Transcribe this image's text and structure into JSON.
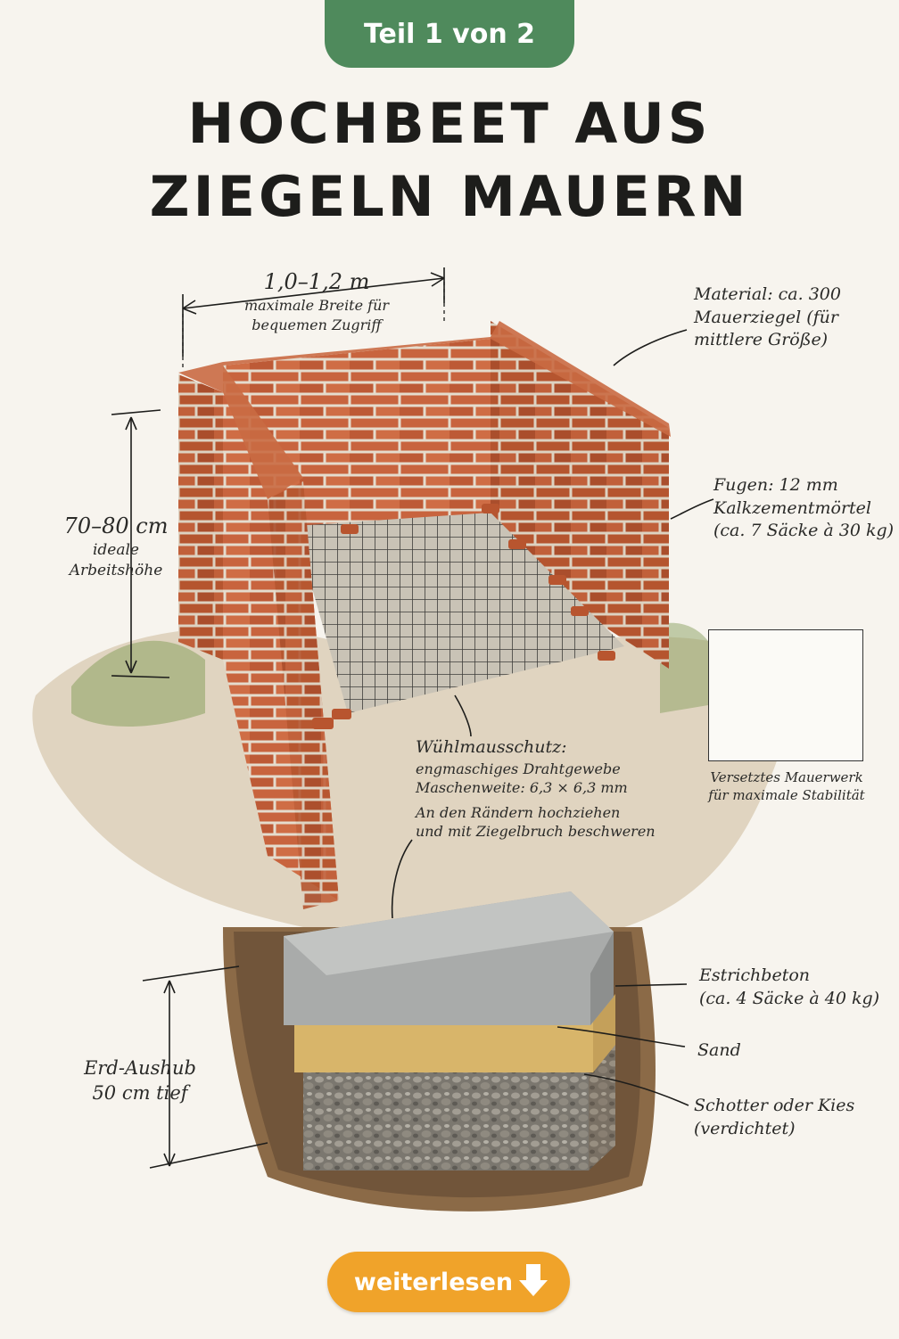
{
  "badge": "Teil 1 von 2",
  "title_line1": "HOCHBEET AUS",
  "title_line2": "ZIEGELN MAUERN",
  "width": {
    "value": "1,0–1,2 m",
    "caption_line1": "maximale Breite für",
    "caption_line2": "bequemen Zugriff"
  },
  "height": {
    "value": "70–80 cm",
    "caption_line1": "ideale",
    "caption_line2": "Arbeitshöhe"
  },
  "material": {
    "line1": "Material: ca. 300",
    "line2": "Mauerziegel (für",
    "line3": "mittlere Größe)"
  },
  "joints": {
    "line1": "Fugen: 12 mm",
    "line2": "Kalkzementmörtel",
    "line3": "(ca. 7 Säcke à 30 kg)"
  },
  "masonry_caption": {
    "line1": "Versetztes Mauerwerk",
    "line2": "für maximale Stabilität"
  },
  "vole": {
    "line1": "Wühlmausschutz:",
    "line2": "engmaschiges Drahtgewebe",
    "line3": "Maschenweite: 6,3 × 6,3 mm",
    "line4": "An den Rändern hochziehen",
    "line5": "und mit Ziegelbruch beschweren"
  },
  "excavation": {
    "line1": "Erd-Aushub",
    "line2": "50 cm tief"
  },
  "layers": {
    "concrete_line1": "Estrichbeton",
    "concrete_line2": "(ca. 4 Säcke à 40 kg)",
    "sand": "Sand",
    "gravel_line1": "Schotter oder Kies",
    "gravel_line2": "(verdichtet)"
  },
  "cta": {
    "label": "weiterlesen",
    "icon": "arrow-down-icon"
  },
  "colors": {
    "badge": "#4f8a5c",
    "cta": "#f0a32a",
    "brick": "#c8643e",
    "mortar": "#e9e1d4",
    "concrete": "#a9abaa",
    "sand": "#d8b56a",
    "gravel": "#6f6c66"
  }
}
